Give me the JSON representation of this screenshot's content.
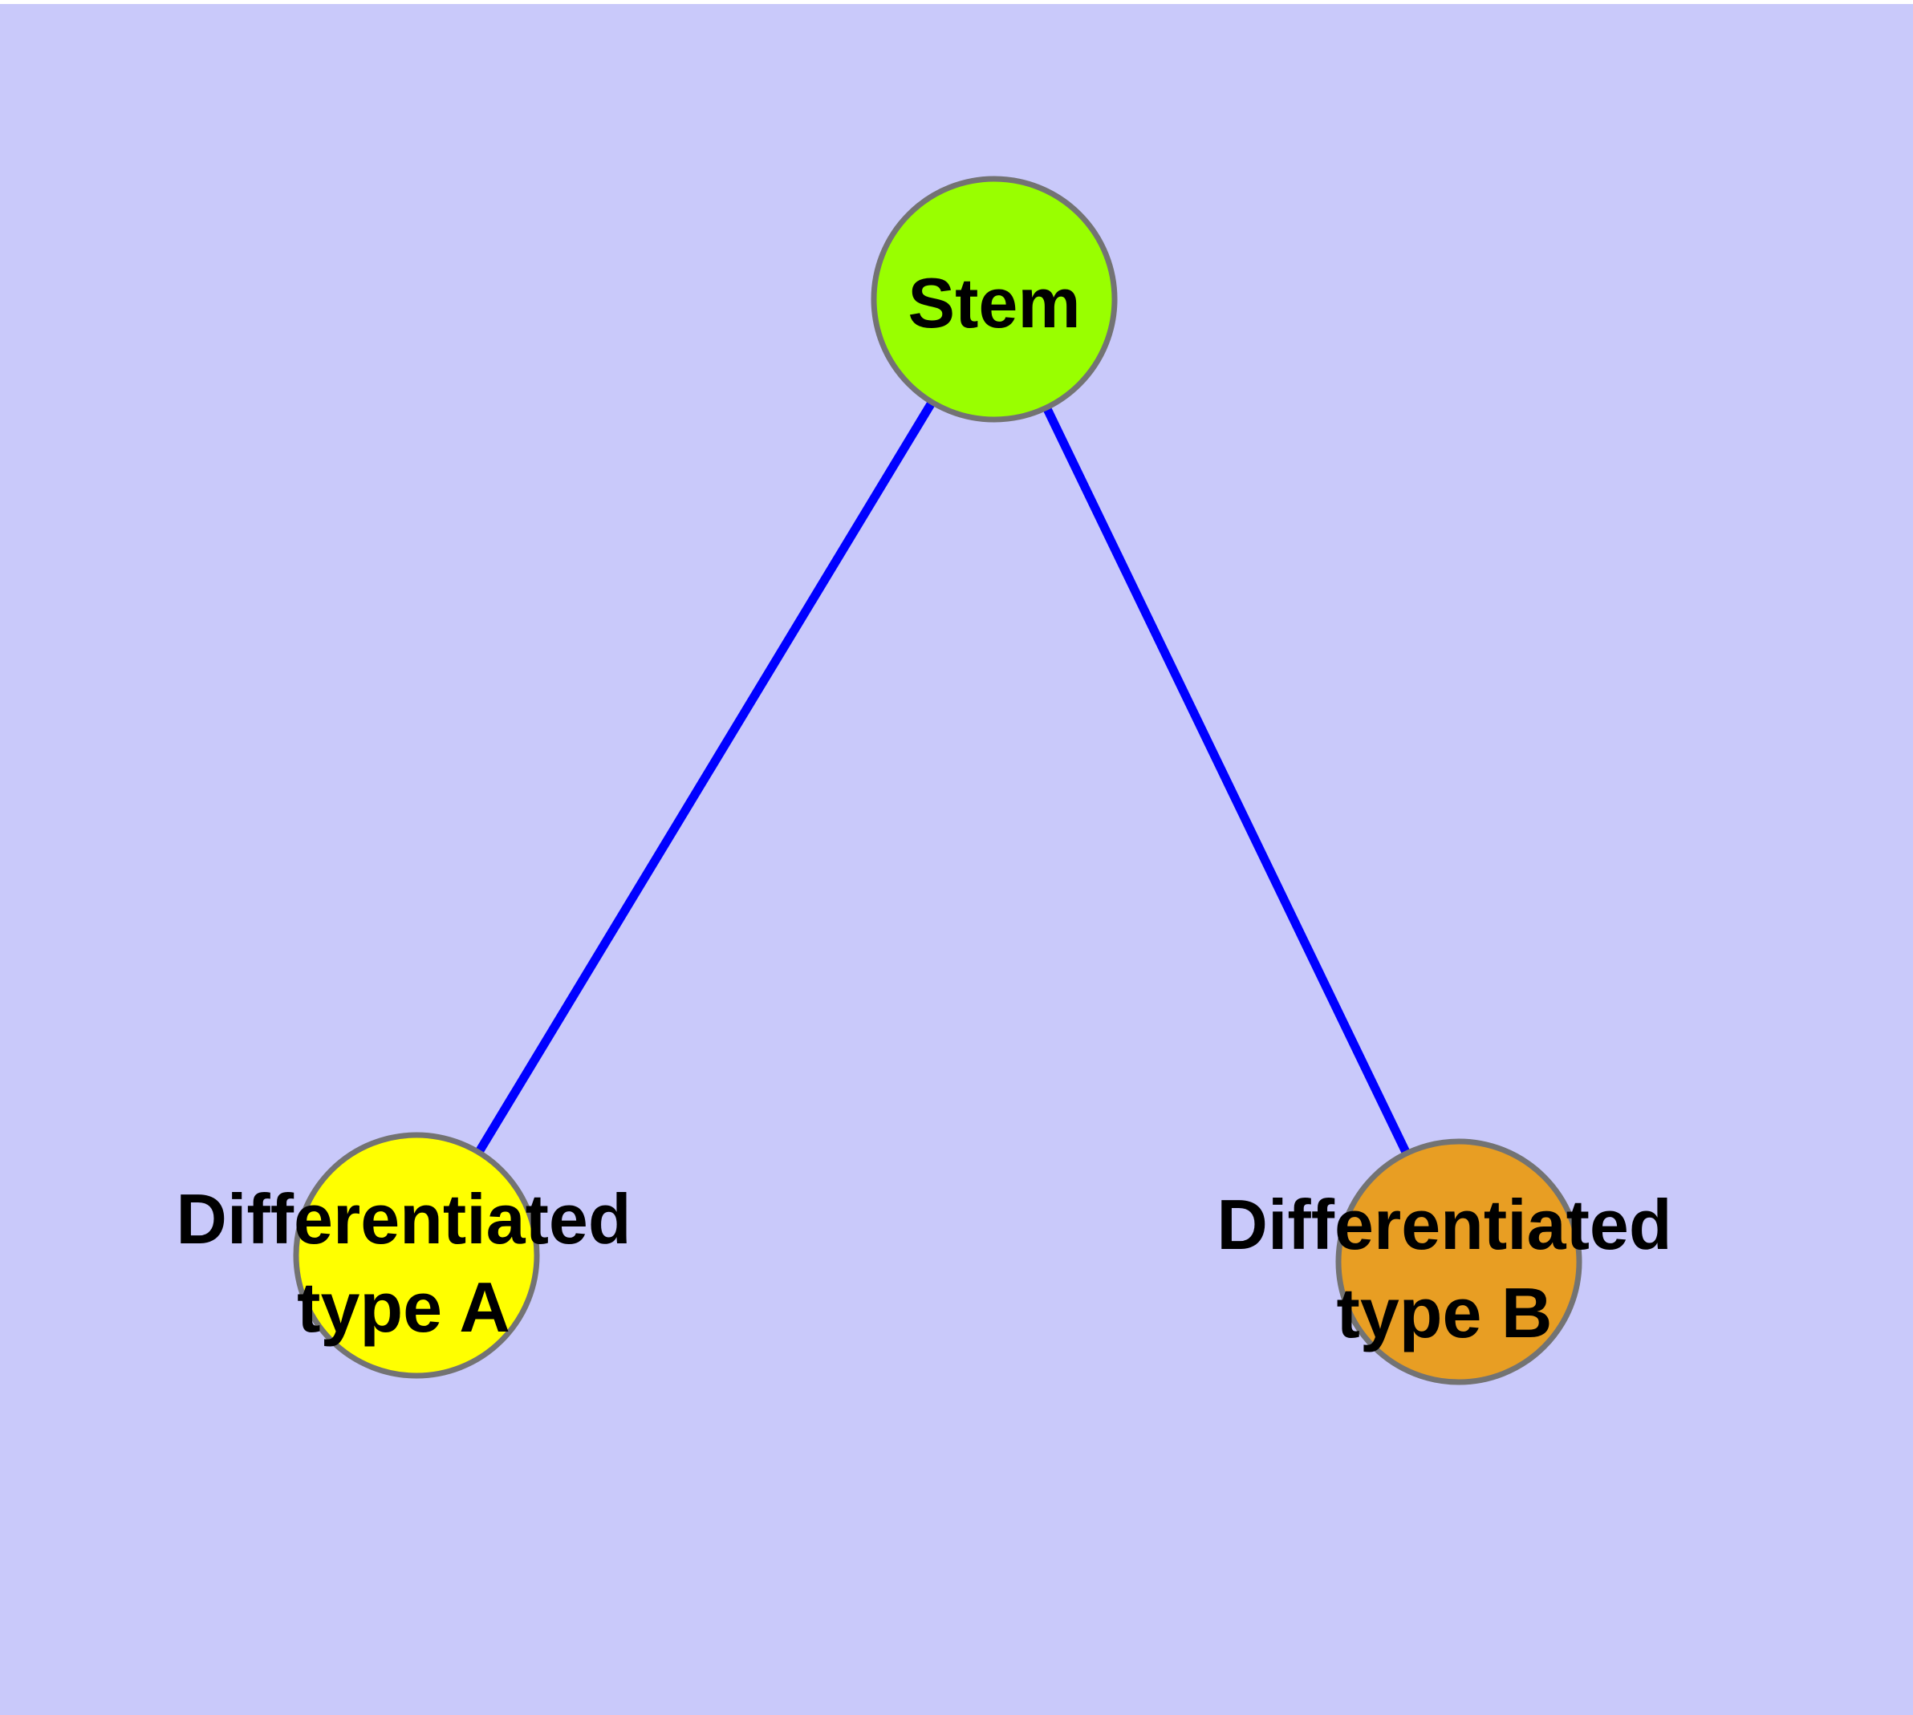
{
  "diagram": {
    "background_color": "#C9C9FA",
    "top_border_color": "#FFFFFF",
    "edge_color": "#0000FF",
    "node_border_color": "#737373",
    "label_color": "#000000",
    "nodes": [
      {
        "id": "stem",
        "label": "Stem",
        "label_line1": "Stem",
        "label_line2": "",
        "fill": "#99FF00"
      },
      {
        "id": "type-a",
        "label": "Differentiated type A",
        "label_line1": "Differentiated",
        "label_line2": "type A",
        "fill": "#FFFF00"
      },
      {
        "id": "type-b",
        "label": "Differentiated type B",
        "label_line1": "Differentiated",
        "label_line2": "type B",
        "fill": "#E89E23"
      }
    ],
    "edges": [
      {
        "from": "Stem",
        "to": "Differentiated type A"
      },
      {
        "from": "Stem",
        "to": "Differentiated type B"
      }
    ]
  }
}
